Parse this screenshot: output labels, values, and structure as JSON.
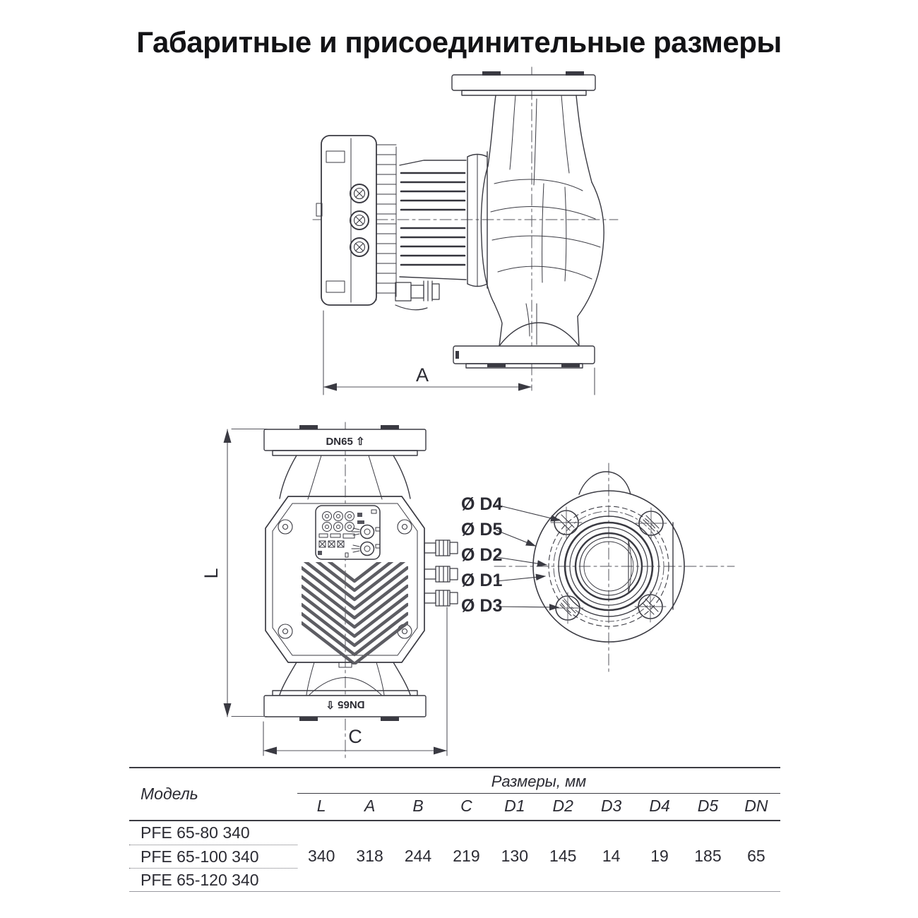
{
  "title": "Габаритные и присоединительные размеры",
  "drawing": {
    "dim_a": "A",
    "dim_l": "L",
    "dim_c": "C",
    "flange_top_label": "DN65 ⇧",
    "flange_bottom_label": "DN65 ⇧",
    "diameter_labels": [
      "Ø D4",
      "Ø D5",
      "Ø D2",
      "Ø D1",
      "Ø D3"
    ],
    "line_color": "#3a3a42"
  },
  "table": {
    "model_header": "Модель",
    "dims_header": "Размеры, мм",
    "columns": [
      "L",
      "A",
      "B",
      "C",
      "D1",
      "D2",
      "D3",
      "D4",
      "D5",
      "DN"
    ],
    "models": [
      "PFE 65-80 340",
      "PFE 65-100 340",
      "PFE 65-120 340"
    ],
    "values": [
      "340",
      "318",
      "244",
      "219",
      "130",
      "145",
      "14",
      "19",
      "185",
      "65"
    ]
  }
}
